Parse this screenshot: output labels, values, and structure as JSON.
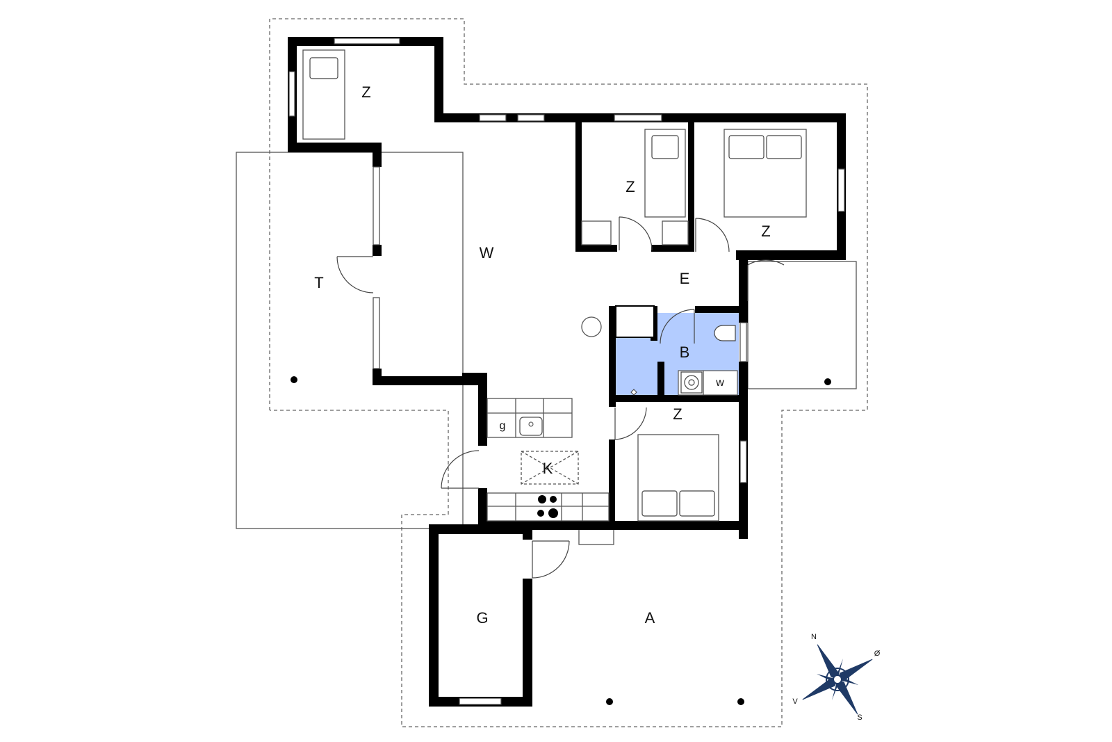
{
  "rooms": {
    "bedroom_north": "Z",
    "bedroom_mid": "Z",
    "bedroom_east": "Z",
    "bedroom_south": "Z",
    "living": "W",
    "terrace_west": "T",
    "entrance": "E",
    "bathroom": "B",
    "kitchen": "K",
    "garage": "G",
    "annex": "A"
  },
  "appliances": {
    "washer": "w",
    "sink": "g"
  },
  "compass": {
    "north": "N",
    "east": "Ø",
    "south": "S",
    "west": "V"
  },
  "colors": {
    "wall": "#000000",
    "bathroom_fill": "#b3ccff",
    "compass_fill": "#1f3a66"
  }
}
